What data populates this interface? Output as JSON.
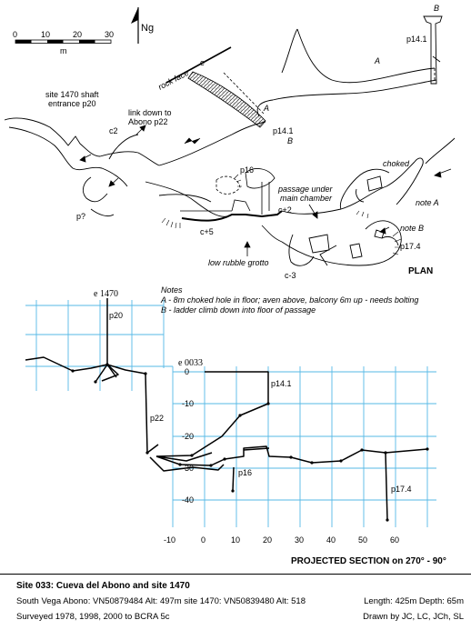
{
  "plan": {
    "scale_ticks": [
      "0",
      "10",
      "20",
      "30"
    ],
    "scale_unit": "m",
    "north_label": "Ng",
    "labels": {
      "B_top": "B",
      "p14_1_top": "p14.1",
      "A_right": "A",
      "rock_face": "rock face",
      "e": "e",
      "A_mid": "A",
      "p14_1_mid": "p14.1",
      "B_mid": "B",
      "shaft_line1": "site 1470 shaft",
      "shaft_line2": "entrance p20",
      "link_line1": "link down to",
      "link_line2": "Abono p22",
      "c2": "c2",
      "p16": "p16",
      "choked": "choked",
      "passage_line1": "passage under",
      "passage_line2": "main chamber",
      "note_A": "note A",
      "note_B": "note B",
      "p17_4": "p17.4",
      "c_plus_2": "c+2",
      "c_plus_5": "c+5",
      "low_rubble": "low rubble grotto",
      "c_minus_3": "c-3",
      "p_q": "p?",
      "plan_title": "PLAN"
    }
  },
  "notes": {
    "heading": "Notes",
    "line_a": "A - 8m choked hole in floor; aven above, balcony 6m up - needs bolting",
    "line_b": "B - ladder climb down into floor of passage"
  },
  "section": {
    "entrance_1470": "e 1470",
    "entrance_0033": "e 0033",
    "p20": "p20",
    "p22": "p22",
    "p14_1": "p14.1",
    "p16": "p16",
    "p17_4": "p17.4",
    "y_ticks": [
      "0",
      "-10",
      "-20",
      "-30",
      "-40"
    ],
    "x_ticks": [
      "-10",
      "0",
      "10",
      "20",
      "30",
      "40",
      "50",
      "60"
    ],
    "title": "PROJECTED SECTION on 270° - 90°"
  },
  "colors": {
    "grid": "#55b8e6",
    "ink": "#000000"
  },
  "footer": {
    "title": "Site 033: Cueva del Abono and site 1470",
    "location": "South Vega Abono: VN50879484  Alt: 497m  site 1470: VN50839480  Alt: 518",
    "stats": "Length: 425m   Depth: 65m",
    "surveyed": "Surveyed 1978, 1998, 2000 to BCRA 5c",
    "drawn": "Drawn by JC, LC, JCh, SL"
  }
}
